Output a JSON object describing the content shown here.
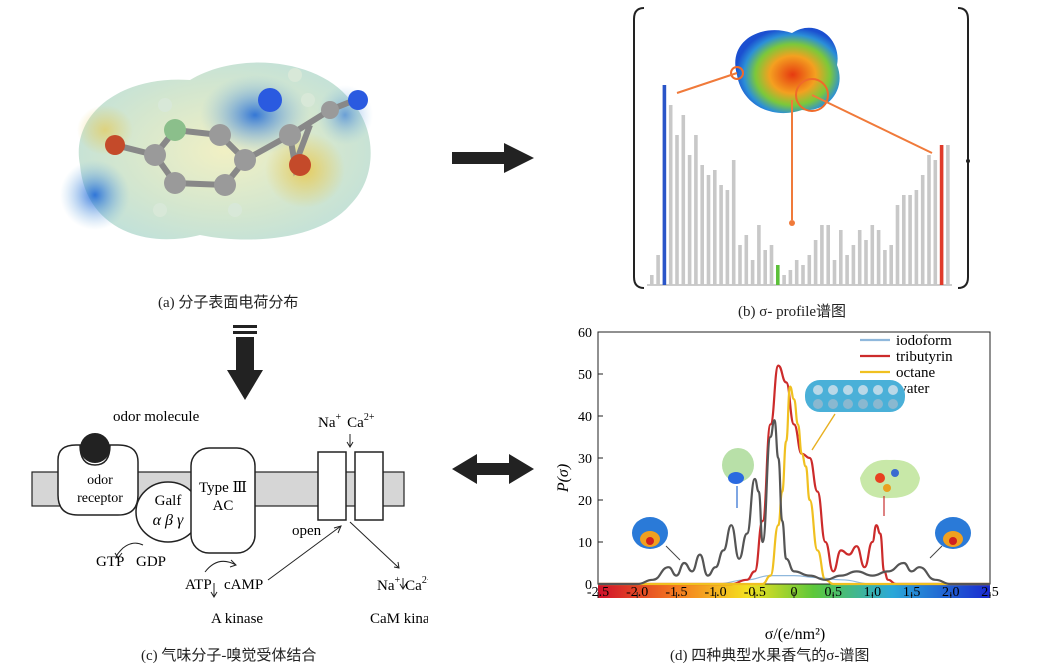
{
  "panels": {
    "a": {
      "caption": "(a) 分子表面电荷分布"
    },
    "b": {
      "caption": "(b) σ- profile谱图"
    },
    "c": {
      "caption": "(c) 气味分子-嗅觉受体结合",
      "odor_molecule": "odor molecule",
      "receptor_line1": "odor",
      "receptor_line2": "receptor",
      "galf_line1": "Galf",
      "galf_line2": "α β γ",
      "ac_line1": "Type Ⅲ",
      "ac_line2": "AC",
      "na_in": "Na",
      "ca_in": "Ca",
      "open": "open",
      "gtp": "GTP",
      "gdp": "GDP",
      "atp": "ATP",
      "camp": "cAMP",
      "a_kinase": "A kinase",
      "na_out": "Na",
      "ca_out": "Ca",
      "cam_kinase": "CaM kinase",
      "plus": "+",
      "two_plus": "2+"
    },
    "d": {
      "caption": "(d) 四种典型水果香气的σ-谱图",
      "ylabel": "P(σ)",
      "xlabel": "σ/(e/nm²)",
      "ytick_labels": [
        "0",
        "10",
        "20",
        "30",
        "40",
        "50",
        "60"
      ],
      "xtick_labels": [
        "-2.5",
        "-2.0",
        "-1.5",
        "-1.0",
        "-0.5",
        "0",
        "0.5",
        "1.0",
        "1.5",
        "2.0",
        "2.5"
      ]
    }
  },
  "chart_data": {
    "type": "line",
    "xlabel": "σ/(e/nm²)",
    "ylabel": "P(σ)",
    "xlim": [
      -2.5,
      2.5
    ],
    "ylim": [
      0,
      60
    ],
    "legend_position": "top-right",
    "series": [
      {
        "name": "iodoform",
        "color": "#8fb8dc",
        "x": [
          -2.5,
          -1.0,
          -0.6,
          -0.3,
          0,
          0.3,
          0.6,
          1.0,
          2.5
        ],
        "y": [
          0,
          0,
          1,
          2,
          2,
          1.5,
          1,
          0,
          0
        ]
      },
      {
        "name": "tributyrin",
        "color": "#cc2b2b",
        "x": [
          -2.5,
          -1.0,
          -0.8,
          -0.6,
          -0.5,
          -0.4,
          -0.3,
          -0.2,
          -0.1,
          0,
          0.1,
          0.2,
          0.3,
          0.4,
          0.5,
          0.6,
          0.7,
          0.8,
          0.9,
          1.0,
          1.05,
          1.1,
          1.15,
          1.2,
          1.3,
          1.5,
          2.5
        ],
        "y": [
          0,
          0,
          0,
          1,
          3,
          15,
          38,
          52,
          48,
          38,
          31,
          30,
          22,
          10,
          3,
          8,
          7,
          9,
          4,
          10,
          14,
          12,
          3,
          1,
          0,
          0,
          0
        ]
      },
      {
        "name": "octane",
        "color": "#f0c020",
        "x": [
          -2.5,
          -0.5,
          -0.4,
          -0.3,
          -0.2,
          -0.15,
          -0.1,
          -0.05,
          0,
          0.05,
          0.1,
          0.15,
          0.2,
          0.3,
          0.4,
          0.5,
          2.5
        ],
        "y": [
          0,
          0,
          0,
          2,
          14,
          22,
          34,
          47,
          44,
          38,
          31,
          28,
          20,
          8,
          1,
          0,
          0
        ]
      },
      {
        "name": "water",
        "color": "#555555",
        "x": [
          -2.5,
          -2.0,
          -1.8,
          -1.6,
          -1.5,
          -1.4,
          -1.3,
          -1.2,
          -1.1,
          -1.0,
          -0.9,
          -0.8,
          -0.7,
          -0.6,
          -0.5,
          -0.45,
          -0.4,
          -0.3,
          -0.25,
          -0.2,
          -0.15,
          -0.1,
          0,
          0.2,
          0.4,
          0.6,
          0.8,
          1.0,
          1.2,
          1.4,
          1.5,
          1.6,
          1.8,
          2.0,
          2.5
        ],
        "y": [
          0,
          0,
          1,
          4,
          2,
          5,
          3,
          7,
          2,
          4,
          8,
          14,
          6,
          12,
          25,
          22,
          10,
          35,
          39,
          30,
          15,
          6,
          3,
          2,
          1,
          2,
          3,
          2,
          3,
          5,
          3,
          4,
          1,
          0,
          0
        ]
      }
    ]
  }
}
